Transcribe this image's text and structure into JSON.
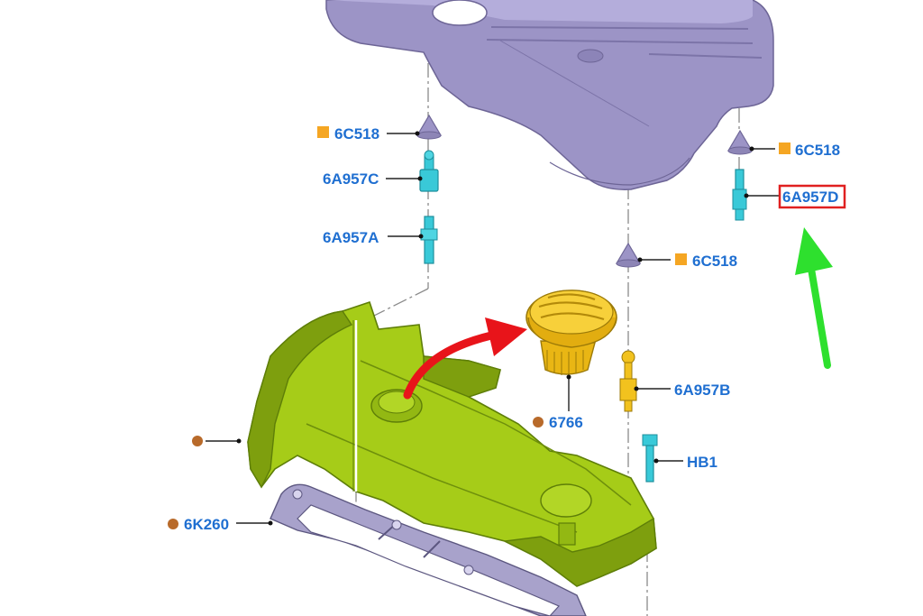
{
  "parts": {
    "cover_nut_left": {
      "code": "6C518",
      "marker": "square",
      "marker_color": "#f5a623"
    },
    "cover_nut_right": {
      "code": "6C518",
      "marker": "square",
      "marker_color": "#f5a623"
    },
    "cover_nut_center": {
      "code": "6C518",
      "marker": "square",
      "marker_color": "#f5a623"
    },
    "stud_c": {
      "code": "6A957C"
    },
    "stud_a": {
      "code": "6A957A"
    },
    "stud_d": {
      "code": "6A957D",
      "highlight_color": "#e02020"
    },
    "stud_b": {
      "code": "6A957B"
    },
    "bolt": {
      "code": "HB1"
    },
    "oil_cap": {
      "code": "6766",
      "marker": "circle",
      "marker_color": "#b86a2a"
    },
    "valve_cover": {
      "code": "",
      "marker": "circle",
      "marker_color": "#b86a2a"
    },
    "gasket": {
      "code": "6K260",
      "marker": "circle",
      "marker_color": "#b86a2a"
    }
  },
  "colors": {
    "label_text": "#1f6fd1",
    "engine_cover": "#9c94c6",
    "valve_cover": "#a6cc18",
    "oil_cap": "#f2c21e",
    "stud_cyan": "#39c9d8",
    "red_arrow": "#e8141a",
    "green_arrow": "#2ee02e"
  },
  "icons": [
    "red-curved-arrow-icon",
    "green-pointer-arrow-icon"
  ]
}
